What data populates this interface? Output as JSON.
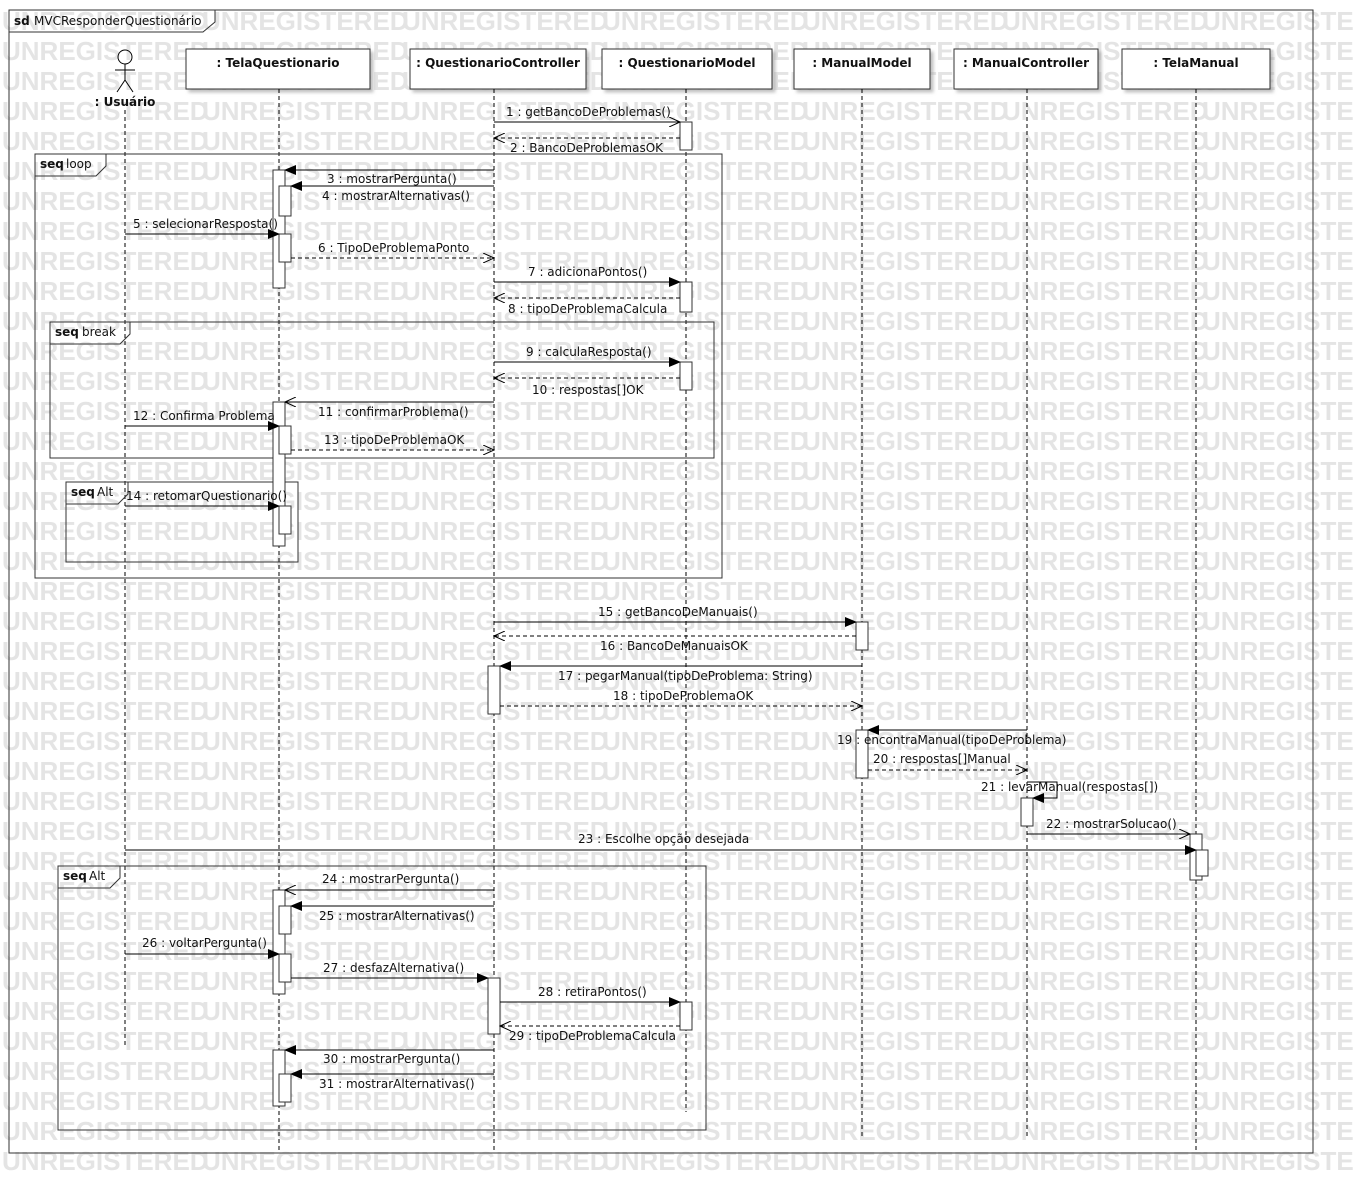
{
  "frame": {
    "keyword": "sd",
    "name": "MVCResponderQuestionário"
  },
  "watermark": "UNREGISTERED",
  "actor": {
    "name": ": Usuário"
  },
  "lifelines": [
    {
      "id": "tq",
      "name": ": TelaQuestionario"
    },
    {
      "id": "qc",
      "name": ": QuestionarioController"
    },
    {
      "id": "qm",
      "name": ": QuestionarioModel"
    },
    {
      "id": "mm",
      "name": ": ManualModel"
    },
    {
      "id": "mc",
      "name": ": ManualController"
    },
    {
      "id": "tm",
      "name": ": TelaManual"
    }
  ],
  "fragments": [
    {
      "id": "loop",
      "keyword": "seq",
      "name": "loop"
    },
    {
      "id": "break",
      "keyword": "seq",
      "name": "break"
    },
    {
      "id": "alt1",
      "keyword": "seq",
      "name": "Alt"
    },
    {
      "id": "alt2",
      "keyword": "seq",
      "name": "Alt"
    }
  ],
  "messages": [
    {
      "n": 1,
      "label": "1 : getBancoDeProblemas()",
      "kind": "sync"
    },
    {
      "n": 2,
      "label": "2 : BancoDeProblemasOK",
      "kind": "return"
    },
    {
      "n": 3,
      "label": "3 : mostrarPergunta()",
      "kind": "sync"
    },
    {
      "n": 4,
      "label": "4 : mostrarAlternativas()",
      "kind": "sync"
    },
    {
      "n": 5,
      "label": "5 : selecionarResposta()",
      "kind": "sync"
    },
    {
      "n": 6,
      "label": "6 : TipoDeProblemaPonto",
      "kind": "return"
    },
    {
      "n": 7,
      "label": "7 : adicionaPontos()",
      "kind": "sync"
    },
    {
      "n": 8,
      "label": "8 : tipoDeProblemaCalcula",
      "kind": "return"
    },
    {
      "n": 9,
      "label": "9 : calculaResposta()",
      "kind": "sync"
    },
    {
      "n": 10,
      "label": "10 : respostas[]OK",
      "kind": "return"
    },
    {
      "n": 11,
      "label": "11 : confirmarProblema()",
      "kind": "async"
    },
    {
      "n": 12,
      "label": "12 : Confirma Problema",
      "kind": "sync"
    },
    {
      "n": 13,
      "label": "13 : tipoDeProblemaOK",
      "kind": "return"
    },
    {
      "n": 14,
      "label": "14 : retomarQuestionario()",
      "kind": "sync"
    },
    {
      "n": 15,
      "label": "15 : getBancoDeManuais()",
      "kind": "sync"
    },
    {
      "n": 16,
      "label": "16 : BancoDeManuaisOK",
      "kind": "return"
    },
    {
      "n": 17,
      "label": "17 : pegarManual(tipoDeProblema: String)",
      "kind": "sync"
    },
    {
      "n": 18,
      "label": "18 : tipoDeProblemaOK",
      "kind": "return"
    },
    {
      "n": 19,
      "label": "19 : encontraManual(tipoDeProblema)",
      "kind": "sync"
    },
    {
      "n": 20,
      "label": "20 : respostas[]Manual",
      "kind": "return"
    },
    {
      "n": 21,
      "label": "21 : levarManual(respostas[])",
      "kind": "sync"
    },
    {
      "n": 22,
      "label": "22 : mostrarSolucao()",
      "kind": "async"
    },
    {
      "n": 23,
      "label": "23 : Escolhe opção desejada",
      "kind": "sync"
    },
    {
      "n": 24,
      "label": "24 : mostrarPergunta()",
      "kind": "async"
    },
    {
      "n": 25,
      "label": "25 : mostrarAlternativas()",
      "kind": "sync"
    },
    {
      "n": 26,
      "label": "26 : voltarPergunta()",
      "kind": "sync"
    },
    {
      "n": 27,
      "label": "27 : desfazAlternativa()",
      "kind": "sync"
    },
    {
      "n": 28,
      "label": "28 : retiraPontos()",
      "kind": "sync"
    },
    {
      "n": 29,
      "label": "29 : tipoDeProblemaCalcula",
      "kind": "return"
    },
    {
      "n": 30,
      "label": "30 : mostrarPergunta()",
      "kind": "sync"
    },
    {
      "n": 31,
      "label": "31 : mostrarAlternativas()",
      "kind": "sync"
    }
  ]
}
